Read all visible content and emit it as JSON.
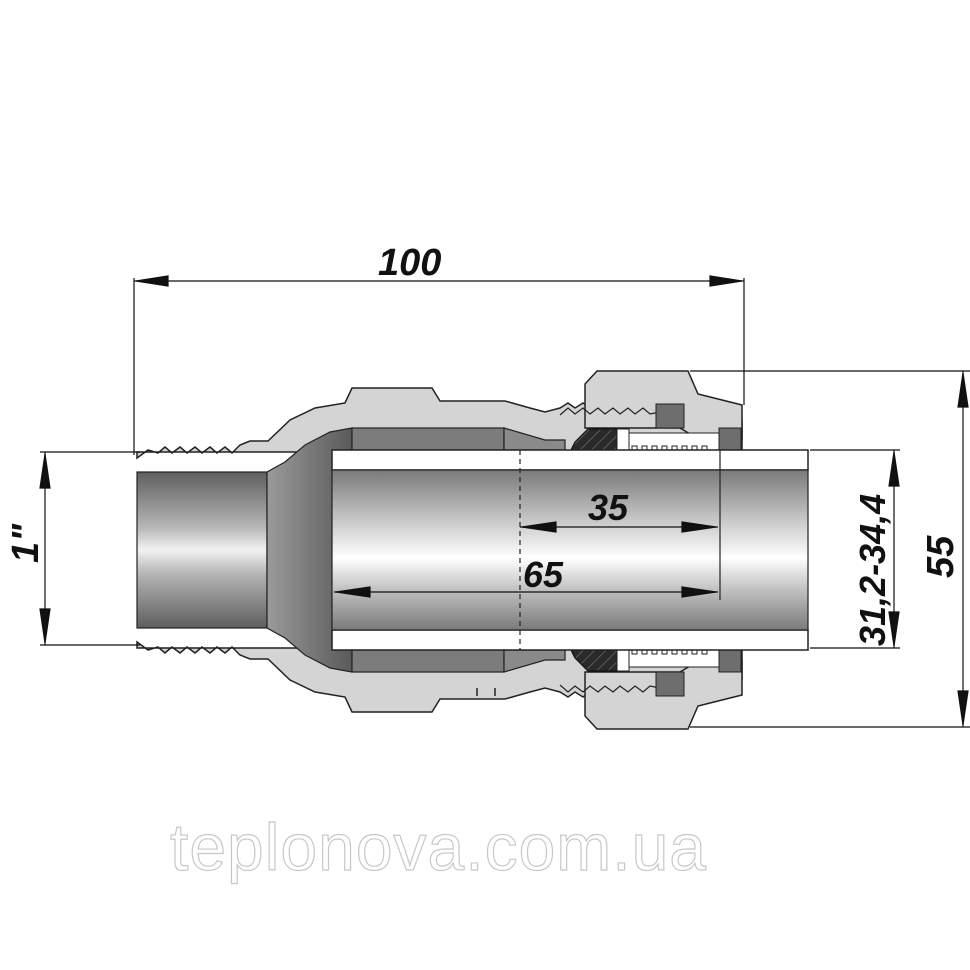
{
  "diagram": {
    "subject": "compression fitting cross-section with male thread",
    "dimensions": {
      "overall_length": "100",
      "thread_size": "1\"",
      "pipe_insert_depth": "65",
      "seal_zone_length": "35",
      "pipe_outer_diameter_range": "31,2-34,4",
      "nut_outer_diameter": "55"
    },
    "parts": [
      "male-thread-body",
      "body-collar",
      "pipe",
      "o-ring-seal",
      "clamp-ring",
      "union-nut"
    ],
    "colors": {
      "body": "#d4d4d4",
      "bore_dark": "#6e6e6e",
      "pipe_highlight": "#ffffff",
      "seal": "#2a2a2a",
      "lines": "#111111"
    }
  },
  "watermark": "teplonova.com.ua"
}
